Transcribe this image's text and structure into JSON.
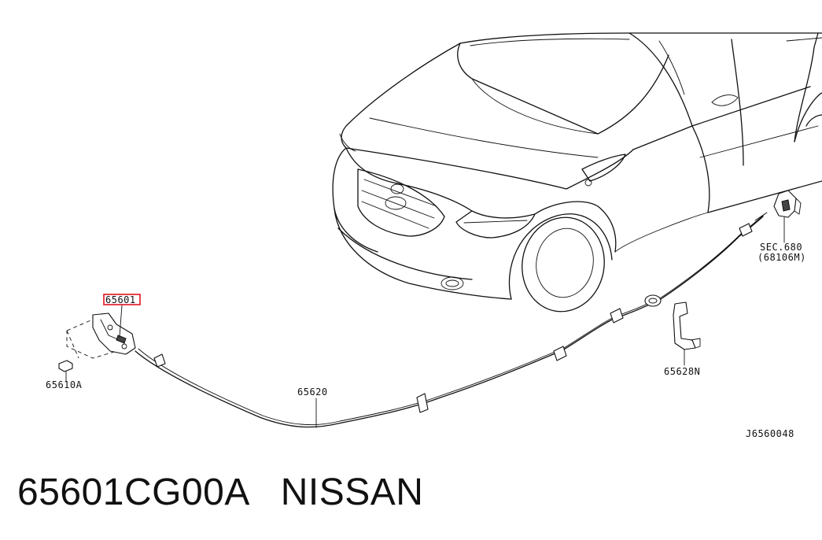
{
  "diagram": {
    "callouts": {
      "lock": "65601",
      "bolt": "65610A",
      "cable": "65620",
      "clip": "65628N",
      "sec": "SEC.680",
      "sec_sub": "(68106M)",
      "ref": "J6560048"
    },
    "highlight_color": "#e0141e"
  },
  "caption": {
    "part_number": "65601CG00A",
    "brand": "NISSAN"
  }
}
